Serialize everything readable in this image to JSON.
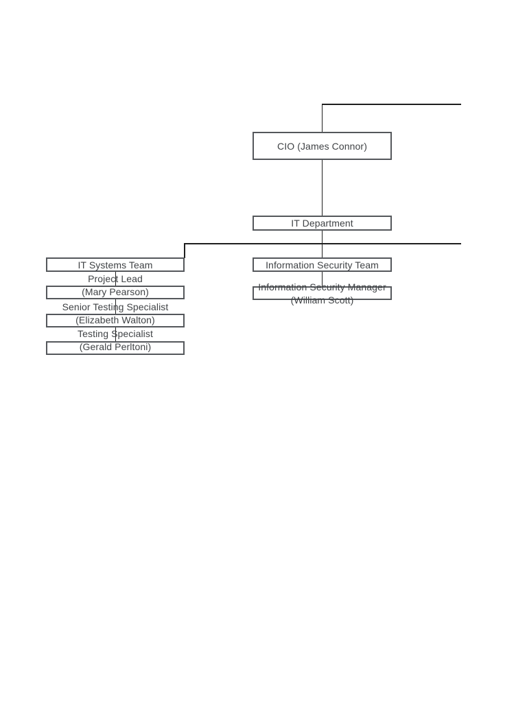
{
  "colors": {
    "background": "#ffffff",
    "box_border": "#54575b",
    "connector_line": "#1e1e1e",
    "text": "#3f4245"
  },
  "org_chart": {
    "nodes": {
      "cio": {
        "label": "CIO (James Connor)"
      },
      "department": {
        "label": "IT Department"
      },
      "systems_team": {
        "label": "IT Systems Team"
      },
      "security_team": {
        "label": "Information Security Team"
      },
      "project_lead": {
        "role": "Project Lead",
        "person": "(Mary Pearson)"
      },
      "senior_testing_specialist": {
        "role": "Senior Testing Specialist",
        "person": "(Elizabeth Walton)"
      },
      "testing_specialist": {
        "role": "Testing Specialist",
        "person": "(Gerald Perltoni)"
      },
      "security_manager": {
        "role": "Information Security Manager",
        "person": "(William Scott)"
      }
    },
    "edges": [
      {
        "from": "offscreen-parent",
        "to": "cio",
        "note": "line runs up from CIO then right, truncated at image edge"
      },
      {
        "from": "cio",
        "to": "department"
      },
      {
        "from": "department",
        "to": "systems_team"
      },
      {
        "from": "department",
        "to": "security_team"
      },
      {
        "from": "department",
        "to": "offscreen-sibling",
        "note": "sibling rail continues right, truncated"
      },
      {
        "from": "systems_team",
        "to": "project_lead"
      },
      {
        "from": "project_lead",
        "to": "senior_testing_specialist"
      },
      {
        "from": "senior_testing_specialist",
        "to": "testing_specialist"
      },
      {
        "from": "security_team",
        "to": "security_manager"
      }
    ]
  }
}
